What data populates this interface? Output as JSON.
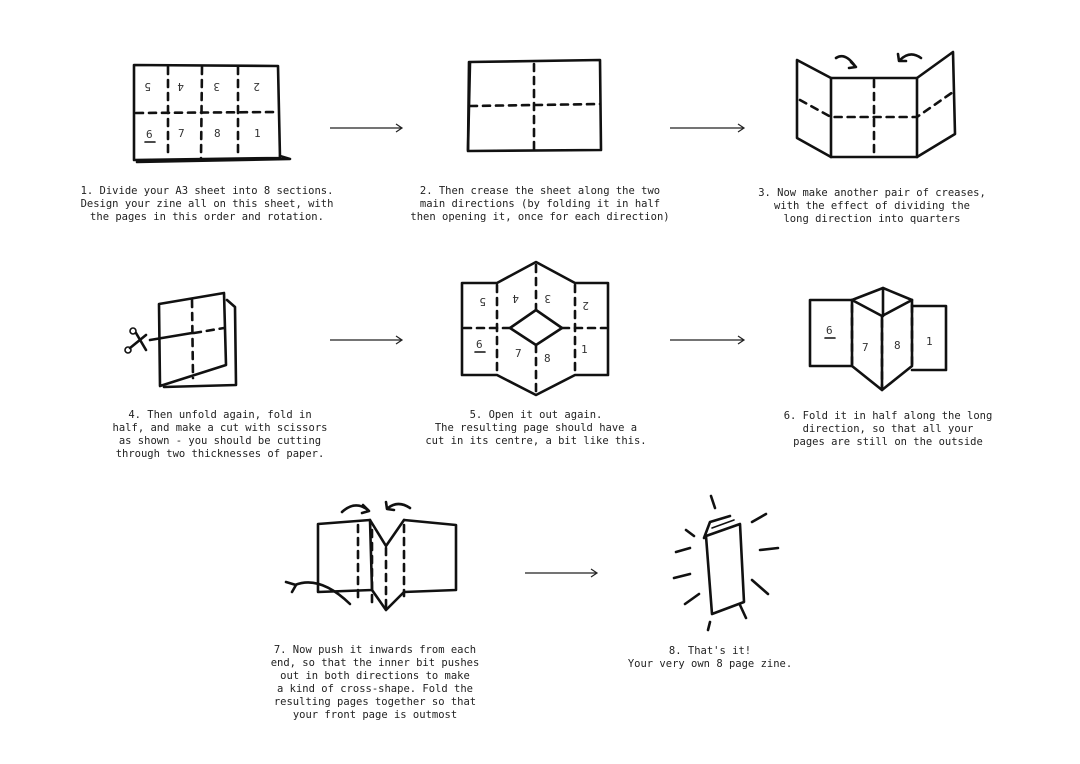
{
  "steps": [
    {
      "number": "1",
      "caption": "1. Divide your A3 sheet into 8 sections.\nDesign your zine all on this sheet, with\nthe pages in this order and rotation."
    },
    {
      "number": "2",
      "caption": "2. Then crease the sheet along the two\nmain directions (by folding it in half\nthen opening it, once for each direction)"
    },
    {
      "number": "3",
      "caption": "3. Now make another pair of creases,\nwith the effect of dividing the\nlong direction into quarters"
    },
    {
      "number": "4",
      "caption": "4. Then unfold again, fold in\nhalf, and make a cut with scissors\nas shown - you should be cutting\nthrough two thicknesses of paper."
    },
    {
      "number": "5",
      "caption": "5. Open it out again.\nThe resulting page should have a\ncut in its centre, a bit like this."
    },
    {
      "number": "6",
      "caption": "6. Fold it in half along the long\ndirection, so that all your\npages are still on the outside"
    },
    {
      "number": "7",
      "caption": "7. Now push it inwards from each\nend, so that the inner bit pushes\nout in both directions to make\na kind of cross-shape. Fold the\nresulting pages together so that\nyour front page is outmost"
    },
    {
      "number": "8",
      "caption": "8. That's it!\nYour very own 8 page zine."
    }
  ],
  "sheet_page_numbers": {
    "top_row": [
      "5",
      "4",
      "3",
      "2"
    ],
    "bottom_row": [
      "6",
      "7",
      "8",
      "1"
    ]
  },
  "step6_page_numbers": [
    "6",
    "7",
    "8",
    "1"
  ],
  "icons": [
    "arrow-icon",
    "scissors-icon",
    "curved-arrow-icon",
    "sparkle-lines-icon"
  ]
}
